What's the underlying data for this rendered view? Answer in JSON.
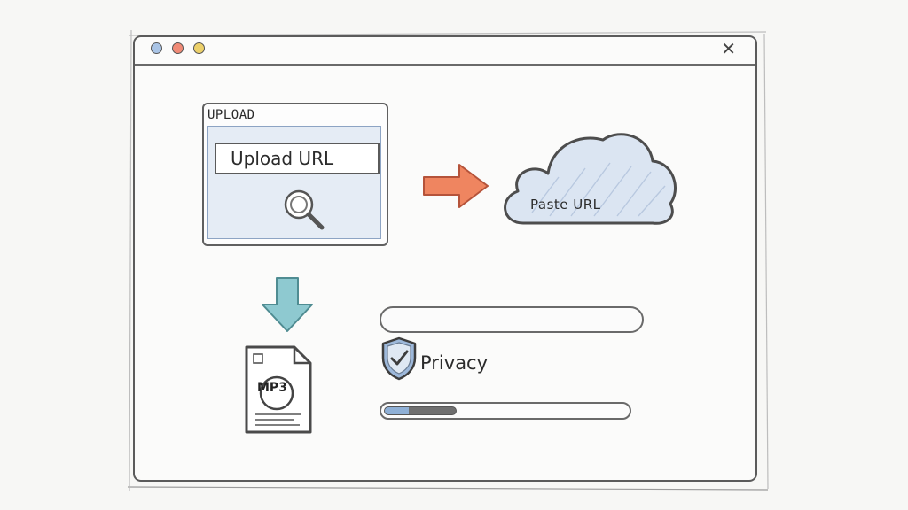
{
  "window": {
    "close_glyph": "✕",
    "traffic_lights": [
      "#a9c4e6",
      "#f08a76",
      "#ecd06a"
    ]
  },
  "upload_panel": {
    "title": "UPLOAD",
    "input_value": "Upload URL",
    "search_icon": "search-icon"
  },
  "arrow_right_icon": "arrow-right-icon",
  "cloud": {
    "label": "Paste URL"
  },
  "arrow_down_icon": "arrow-down-icon",
  "file": {
    "label": "MP3",
    "icon": "mp3-file-icon"
  },
  "url_bar": {
    "value": ""
  },
  "privacy": {
    "label": "Privacy",
    "icon": "shield-check-icon"
  },
  "progress": {
    "fraction": 0.3,
    "colors": {
      "accent": "#8fb0d6",
      "fill": "#6f6f6f"
    }
  },
  "colors": {
    "arrow_right": "#ef8560",
    "arrow_down": "#8ec9d0",
    "cloud_fill": "#dbe5f2",
    "panel_inner": "#e5ecf5"
  }
}
